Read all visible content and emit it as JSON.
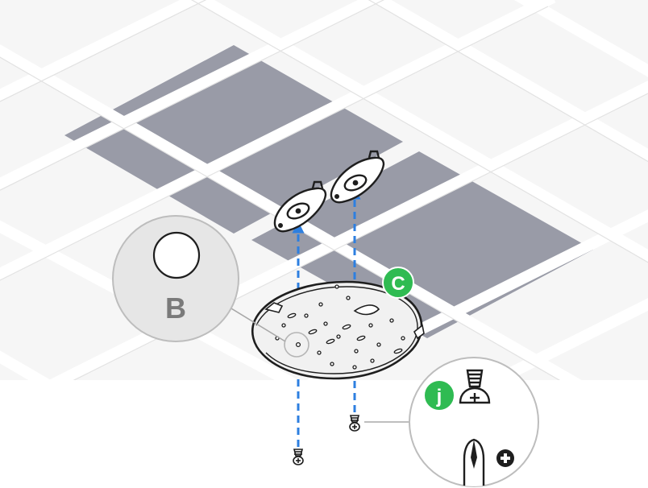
{
  "diagram": {
    "callout_b": {
      "letter": "B"
    },
    "badge_c": {
      "letter": "C"
    },
    "badge_j": {
      "letter": "j"
    },
    "colors": {
      "ceiling_panel": "#999ba7",
      "grid_line": "#e4e4e4",
      "badge_green": "#2fbb52",
      "arrow_blue": "#2d7fe0",
      "callout_fill": "#e6e6e6",
      "callout_stroke": "#bdbdbd",
      "outline": "#1e1e1e"
    },
    "icons": [
      "screw-icon",
      "phillips-screwdriver-icon",
      "plus-icon",
      "arrow-up-icon"
    ]
  }
}
